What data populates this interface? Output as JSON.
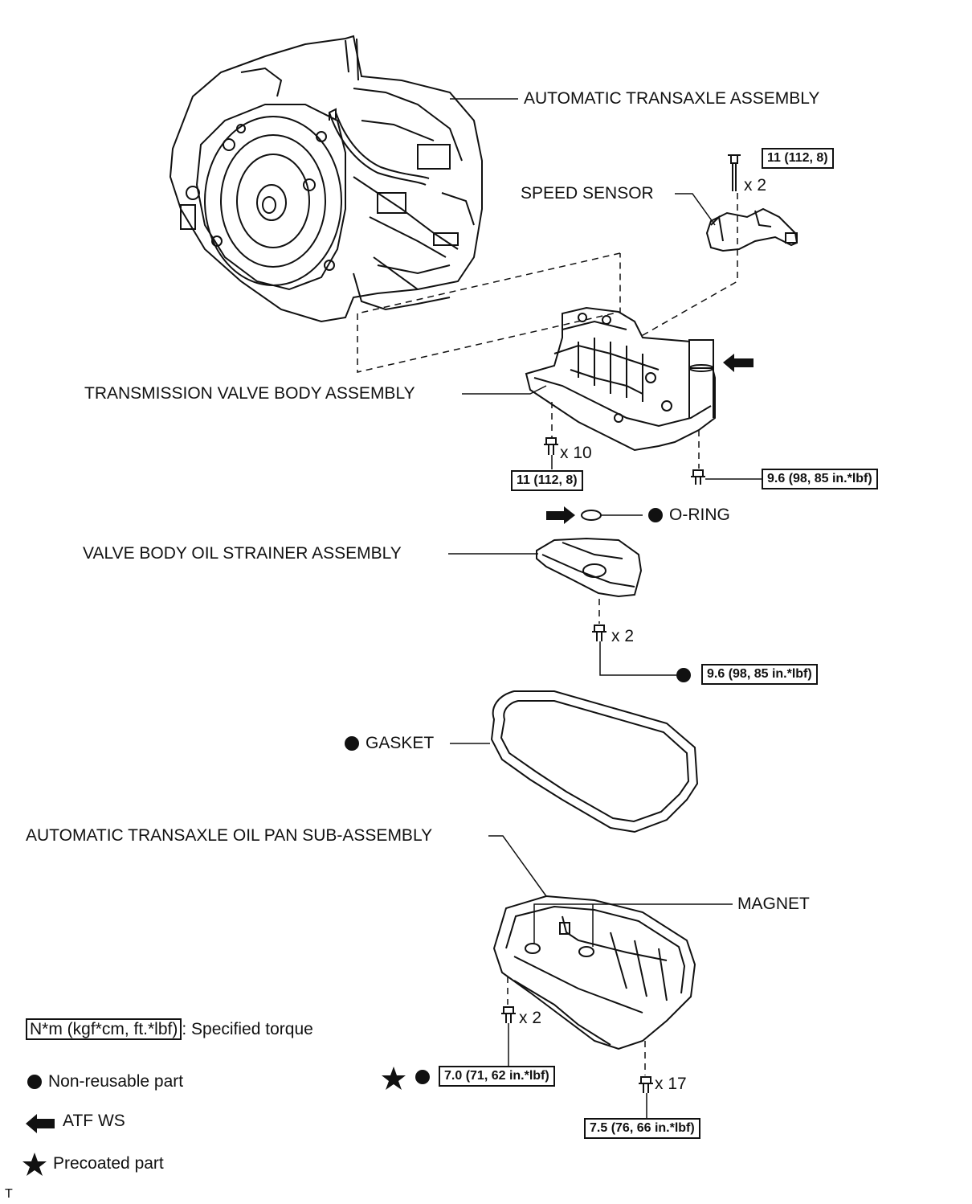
{
  "parts": {
    "transaxle": "AUTOMATIC TRANSAXLE ASSEMBLY",
    "speed_sensor": "SPEED SENSOR",
    "valve_body": "TRANSMISSION VALVE BODY ASSEMBLY",
    "o_ring": "O-RING",
    "strainer": "VALVE BODY OIL STRAINER ASSEMBLY",
    "gasket": "GASKET",
    "oil_pan": "AUTOMATIC TRANSAXLE OIL PAN SUB-ASSEMBLY",
    "magnet": "MAGNET"
  },
  "torques": {
    "speed_sensor_bolt": "11 (112, 8)",
    "valve_body_bolt": "11 (112, 8)",
    "valve_body_side_bolt": "9.6 (98, 85 in.*lbf)",
    "strainer_bolt": "9.6 (98, 85 in.*lbf)",
    "oil_pan_precoated_bolt": "7.0 (71, 62 in.*lbf)",
    "oil_pan_bolt": "7.5 (76, 66 in.*lbf)"
  },
  "quantities": {
    "speed_sensor_bolt": "x 2",
    "valve_body_bolt": "x 10",
    "strainer_bolt": "x 2",
    "oil_pan_precoated_bolt": "x 2",
    "oil_pan_bolt": "x 17"
  },
  "legend": {
    "torque_unit": "N*m (kgf*cm, ft.*lbf)",
    "torque_text": ": Specified torque",
    "non_reusable": "Non-reusable part",
    "atf": "ATF WS",
    "precoated": "Precoated part"
  },
  "footer_mark": "T"
}
